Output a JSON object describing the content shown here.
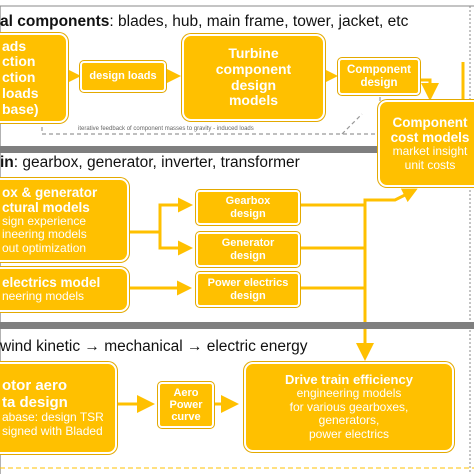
{
  "sections": {
    "top": {
      "title": "al components",
      "rest": ": blades, hub, main frame, tower, jacket, etc"
    },
    "drivetrain": {
      "title": "in",
      "rest": ": gearbox, generator, inverter, transformer"
    },
    "energy": {
      "rest": "wind kinetic → mechanical → electric energy"
    }
  },
  "boxes": {
    "loads_db": {
      "lines": [
        "ads",
        "ction",
        "ction",
        "loads",
        "base)"
      ]
    },
    "design_loads": {
      "lines": [
        "design loads"
      ]
    },
    "turbine_models": {
      "lines": [
        "Turbine",
        "component",
        "design",
        "models"
      ]
    },
    "component_design": {
      "lines": [
        "Component",
        "design"
      ]
    },
    "cost_models": {
      "lines": [
        "Component",
        "cost models"
      ],
      "sub": [
        "market insight",
        "unit costs"
      ]
    },
    "gearbox_generator": {
      "lines": [
        "ox & generator",
        "ctural models"
      ],
      "sub": [
        "sign experience",
        "ineering models",
        "out optimization"
      ]
    },
    "gearbox_design": {
      "lines": [
        "Gearbox",
        "design"
      ]
    },
    "generator_design": {
      "lines": [
        "Generator",
        "design"
      ]
    },
    "power_model": {
      "lines": [
        "electrics model"
      ],
      "sub": [
        "neering models"
      ]
    },
    "power_design": {
      "lines": [
        "Power electrics",
        "design"
      ]
    },
    "rotor_aero": {
      "lines": [
        "otor aero",
        "ta design"
      ],
      "sub": [
        "abase: design TSR",
        "signed with Bladed"
      ]
    },
    "aero_curve": {
      "lines": [
        "Aero",
        "Power",
        "curve"
      ]
    },
    "drive_efficiency": {
      "lines": [
        "Drive train efficiency"
      ],
      "sub": [
        "engineering models",
        "for various gearboxes,",
        "generators,",
        "power electrics"
      ]
    }
  },
  "feedback_note": "iterative feedback of component masses to gravity - induced loads",
  "colors": {
    "box_fill": "#ffc000",
    "band": "#7f7f7f",
    "arrow": "#ffc000",
    "dashed": "#999999"
  }
}
